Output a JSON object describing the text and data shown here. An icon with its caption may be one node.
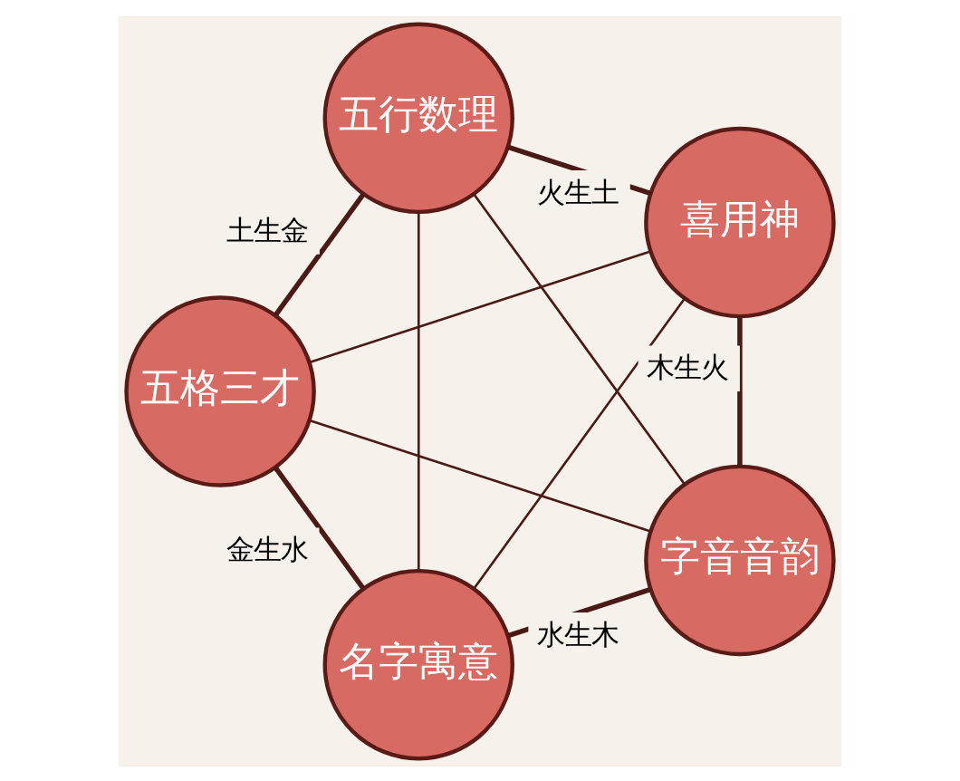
{
  "diagram": {
    "nodes": [
      {
        "text": [
          "喜用神"
        ]
      },
      {
        "text": [
          "五行数理"
        ]
      },
      {
        "text": [
          "五格三才"
        ]
      },
      {
        "text": [
          "名字寓意"
        ]
      },
      {
        "text": [
          "字音音韵"
        ]
      }
    ],
    "edges": [
      {
        "from": 0,
        "to": 1,
        "arrow": "none",
        "label": "火生土"
      },
      {
        "from": 1,
        "to": 2,
        "arrow": "none",
        "label": "土生金"
      },
      {
        "from": 2,
        "to": 3,
        "arrow": "none",
        "label": "金生水"
      },
      {
        "from": 3,
        "to": 4,
        "arrow": "none",
        "label": "水生木"
      },
      {
        "from": 4,
        "to": 0,
        "arrow": "none",
        "label": "木生火"
      },
      {
        "from": 0,
        "to": 2,
        "arrow": "none"
      },
      {
        "from": 0,
        "to": 3,
        "arrow": "none"
      },
      {
        "from": 1,
        "to": 3,
        "arrow": "none"
      },
      {
        "from": 1,
        "to": 4,
        "arrow": "none"
      },
      {
        "from": 2,
        "to": 4,
        "arrow": "none"
      }
    ]
  }
}
